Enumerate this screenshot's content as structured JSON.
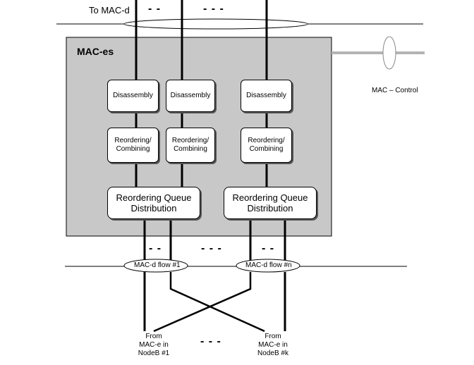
{
  "top_label": "To MAC-d",
  "entity_label": "MAC-es",
  "control_label": "MAC – Control",
  "disassembly": [
    "Disassembly",
    "Disassembly",
    "Disassembly"
  ],
  "reordering": [
    "Reordering/\nCombining",
    "Reordering/\nCombining",
    "Reordering/\nCombining"
  ],
  "queue_distribution": [
    "Reordering Queue\nDistribution",
    "Reordering Queue\nDistribution"
  ],
  "flow_labels": [
    "MAC-d flow #1",
    "MAC-d flow #n"
  ],
  "sources": [
    "From\nMAC-e in\nNodeB #1",
    "From\nMAC-e in\nNodeB #k"
  ],
  "ellipsis": "- - -",
  "short_ellipsis": "- -",
  "colors": {
    "entity_fill": "#c8c8c8",
    "control_line": "#b4b4b4",
    "line": "#000000"
  }
}
